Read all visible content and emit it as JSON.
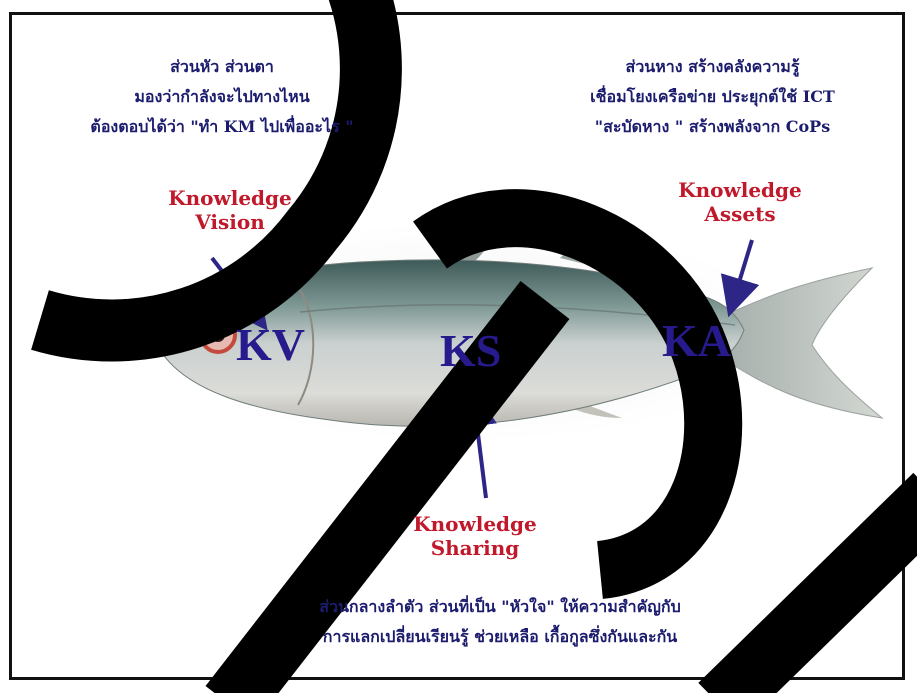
{
  "colors": {
    "navy_text": "#1c1c6e",
    "label_red": "#c0192b",
    "code_blue": "#261a8c",
    "arrow": "#2d2686",
    "watermark": "#000000"
  },
  "head_note": {
    "lines": [
      "ส่วนหัว ส่วนตา",
      "มองว่ากำลังจะไปทางไหน",
      "ต้องตอบได้ว่า \"ทำ KM ไปเพื่ออะไร \""
    ]
  },
  "tail_note": {
    "lines": [
      "ส่วนหาง สร้างคลังความรู้",
      "เชื่อมโยงเครือข่าย ประยุกต์ใช้ ICT",
      "\"สะบัดหาง \" สร้างพลังจาก CoPs"
    ]
  },
  "body_note": {
    "lines": [
      "ส่วนกลางลำตัว ส่วนที่เป็น \"หัวใจ\" ให้ความสำคัญกับ",
      "การแลกเปลี่ยนเรียนรู้ ช่วยเหลือ เกื้อกูลซึ่งกันและกัน"
    ]
  },
  "labels": {
    "vision": [
      "Knowledge",
      "Vision"
    ],
    "assets": [
      "Knowledge",
      "Assets"
    ],
    "sharing": [
      "Knowledge",
      "Sharing"
    ]
  },
  "codes": {
    "kv": "KV",
    "ks": "KS",
    "ka": "KA"
  },
  "image": "fish-photo"
}
